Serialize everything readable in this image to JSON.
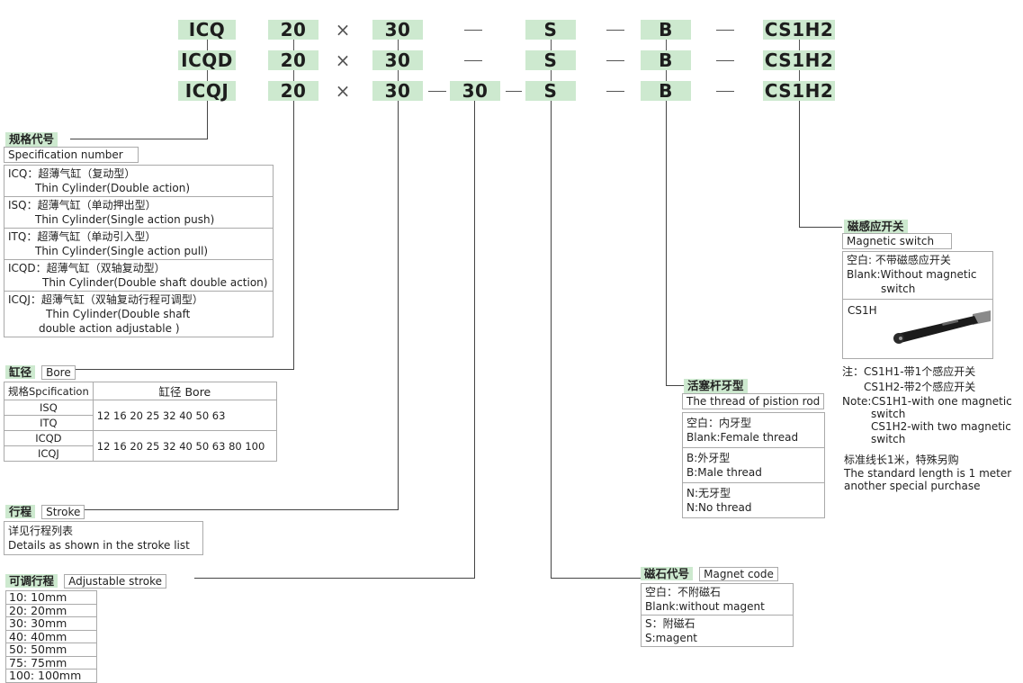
{
  "model_rows": [
    {
      "prefix": "ICQ",
      "bore": "20",
      "x": "×",
      "stroke": "30",
      "adj": "",
      "s": "S",
      "b": "B",
      "cs": "CS1H2",
      "dash": "—"
    },
    {
      "prefix": "ICQD",
      "bore": "20",
      "x": "×",
      "stroke": "30",
      "adj": "",
      "s": "S",
      "b": "B",
      "cs": "CS1H2",
      "dash": "—"
    },
    {
      "prefix": "ICQJ",
      "bore": "20",
      "x": "×",
      "stroke": "30",
      "adj": "30",
      "s": "S",
      "b": "B",
      "cs": "CS1H2",
      "dash": "—"
    }
  ],
  "spec": {
    "title_cn": "规格代号",
    "title_en": "Specification number",
    "items": [
      {
        "line1": "ICQ：超薄气缸（复动型）",
        "line2": "Thin Cylinder(Double action)"
      },
      {
        "line1": "ISQ：超薄气缸（单动押出型）",
        "line2": "Thin Cylinder(Single action push)"
      },
      {
        "line1": "ITQ：超薄气缸（单动引入型）",
        "line2": "Thin Cylinder(Single action pull)"
      },
      {
        "line1": "ICQD：超薄气缸（双轴复动型）",
        "line2": "Thin Cylinder(Double shaft double action)"
      },
      {
        "line1": "ICQJ：超薄气缸（双轴复动行程可调型）",
        "line2": "Thin Cylinder(Double shaft",
        "line3": "double action adjustable )"
      }
    ]
  },
  "bore": {
    "title_cn": "缸径",
    "title_en": "Bore",
    "head_left": "规格Spcification",
    "head_right": "缸径 Bore",
    "rows": [
      {
        "a": "ISQ",
        "b": "ITQ",
        "values": "12  16  20  25  32  40  50  63"
      },
      {
        "a": "ICQD",
        "b": "ICQJ",
        "values": "12  16  20  25  32  40  50  63  80  100"
      }
    ]
  },
  "stroke": {
    "title_cn": "行程",
    "title_en": "Stroke",
    "line1": "详见行程列表",
    "line2": "Details as shown in the stroke list"
  },
  "adjustable": {
    "title_cn": "可调行程",
    "title_en": "Adjustable stroke",
    "items": [
      "10:  10mm",
      "20:  20mm",
      "30:  30mm",
      "40:  40mm",
      "50:  50mm",
      "75:  75mm",
      "100:  100mm"
    ]
  },
  "magnet": {
    "title_cn": "磁石代号",
    "title_en": "Magnet code",
    "items": [
      {
        "line1": "空白：不附磁石",
        "line2": "Blank:without magent"
      },
      {
        "line1": "S：附磁石",
        "line2": "S:magent"
      }
    ]
  },
  "thread": {
    "title_cn": "活塞杆牙型",
    "title_en": "The thread of pistion rod",
    "items": [
      {
        "line1": "空白：内牙型",
        "line2": "Blank:Female thread"
      },
      {
        "line1": "B:外牙型",
        "line2": "B:Male thread"
      },
      {
        "line1": "N:无牙型",
        "line2": "N:No thread"
      }
    ]
  },
  "switch": {
    "title_cn": "磁感应开关",
    "title_en": "Magnetic switch",
    "blank1": "空白: 不带磁感应开关",
    "blank2": "Blank:Without magnetic",
    "blank3": "switch",
    "sensor_label": "CS1H",
    "notes": [
      "注：CS1H1-带1个感应开关",
      "CS1H2-带2个感应开关",
      "Note:CS1H1-with one  magnetic",
      "switch",
      "CS1H2-with two  magnetic",
      "switch"
    ],
    "extra": [
      "标准线长1米，特殊另购",
      "The standard length is 1 meter",
      "another special purchase"
    ]
  },
  "colors": {
    "header_bg": "#cde9cf",
    "line": "#444444"
  }
}
